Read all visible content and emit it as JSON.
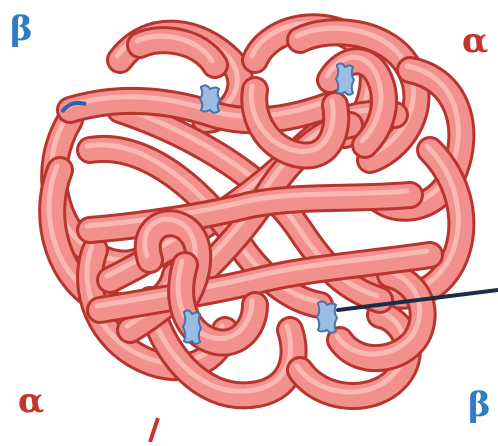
{
  "labels": {
    "top_left": "β",
    "top_right": "α",
    "bottom_left": "α",
    "bottom_right": "β"
  },
  "colors": {
    "chain_fill": "#f2908d",
    "chain_outline": "#b7342f",
    "chain_highlight": "#fbc2bc",
    "heme": "#9bbde3",
    "heme_outline": "#4c73a8",
    "alpha_label": "#c7342b",
    "beta_label": "#2f7dc4",
    "pointer": "#1c2b4a"
  },
  "icons": [
    "heme-group-icon",
    "pointer-line"
  ]
}
